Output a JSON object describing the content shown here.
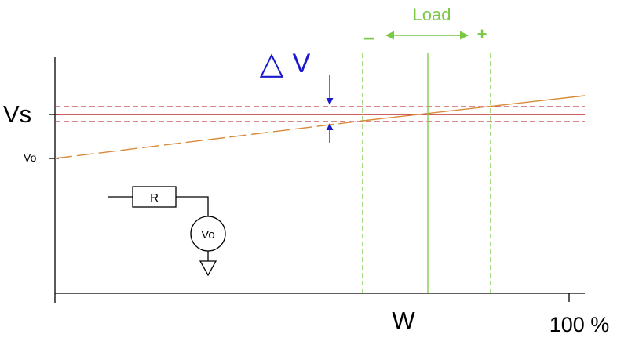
{
  "labels": {
    "vs": "Vs",
    "vo": "Vo",
    "delta_symbol": "△",
    "delta_v": "V",
    "load": "Load",
    "minus": "−",
    "plus": "+",
    "w": "W",
    "percent_100": "100 %",
    "resistor": "R",
    "source": "Vo"
  },
  "colors": {
    "axis": "#000000",
    "reference_line": "#b00000",
    "tolerance_band": "#c04040",
    "characteristic": "#d98a3a",
    "load_markers": "#7ac943",
    "delta_v": "#1a1acc",
    "circuit": "#000000"
  }
}
